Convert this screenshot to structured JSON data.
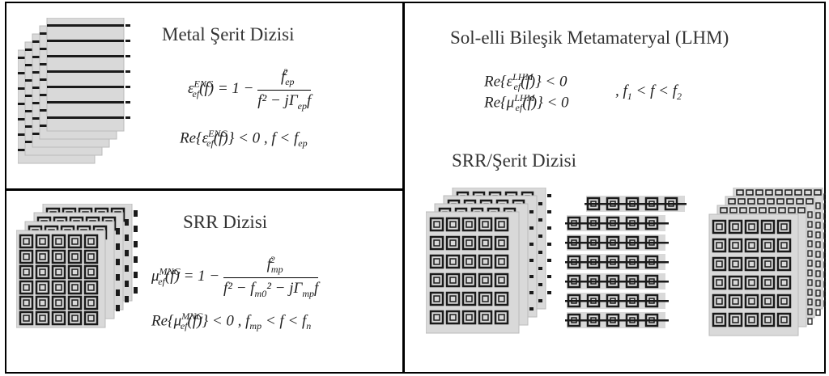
{
  "panels": {
    "metal_strip": {
      "title": "Metal Şerit Dizisi",
      "eq_eps_lhs": "ε",
      "eq_eps_sup": "ENG",
      "eq_eps_sub": "ef",
      "eq_eps_rhs": "(f) = 1 −",
      "eq_eps_num": "f",
      "eq_eps_num_sub": "ep",
      "eq_eps_num_sup": "2",
      "eq_eps_den": "f² − jΓ",
      "eq_eps_den_sub": "ep",
      "eq_eps_den_tail": "f",
      "re_condition_prefix": "Re{ε",
      "re_condition_sup": "ENG",
      "re_condition_sub": "ef",
      "re_condition_suffix": "(f)} < 0 ,  f < f",
      "re_condition_tail_sub": "ep"
    },
    "srr": {
      "title": "SRR Dizisi",
      "eq_mu_lhs": "μ",
      "eq_mu_sup": "MNG",
      "eq_mu_sub": "ef",
      "eq_mu_rhs": "(f) = 1 −",
      "eq_mu_num": "f",
      "eq_mu_num_sub": "mp",
      "eq_mu_num_sup": "2",
      "eq_mu_den": "f² − f",
      "eq_mu_den_sub1": "m0",
      "eq_mu_den_mid": "² − jΓ",
      "eq_mu_den_sub2": "mp",
      "eq_mu_den_tail": "f",
      "re_condition_prefix": "Re{μ",
      "re_condition_sup": "MNG",
      "re_condition_sub": "ef",
      "re_condition_suffix": "(f)} < 0 ,  f",
      "re_condition_sub_a": "mp",
      "re_condition_mid": " < f < f",
      "re_condition_sub_b": "n"
    },
    "lhm": {
      "title": "Sol-elli Bileşik Metamateryal (LHM)",
      "re_eps_prefix": "Re{ε",
      "re_eps_sup": "LHM",
      "re_eps_sub": "ef",
      "re_eps_suffix": "(f)} < 0",
      "re_mu_prefix": "Re{μ",
      "re_mu_sup": "LHM",
      "re_mu_sub": "ef",
      "re_mu_suffix": "(f)} < 0",
      "range_prefix": ",  f",
      "range_sub1": "1",
      "range_mid": " < f < f",
      "range_sub2": "2",
      "subtitle": "SRR/Şerit Dizisi"
    }
  },
  "colors": {
    "border": "#000000",
    "sheet_fill": "#d9d9d9",
    "strip": "#1a1a1a",
    "ring": "#1a1a1a"
  }
}
